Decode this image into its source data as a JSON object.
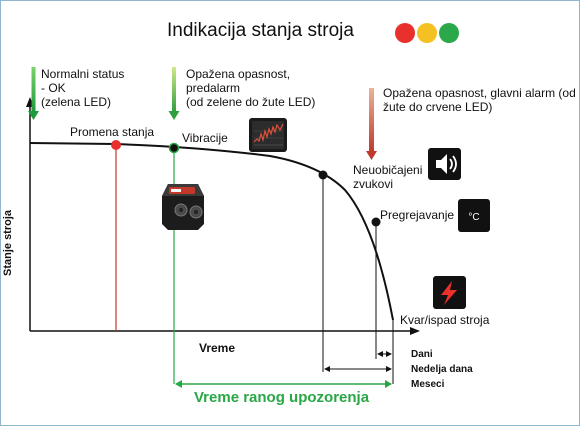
{
  "title": "Indikacija stanja stroja",
  "colors": {
    "red": "#e8302d",
    "yellow": "#f5c122",
    "green": "#2aa84a",
    "warning_green": "#28a745",
    "marker_red": "#c0392b"
  },
  "phases": {
    "normal": {
      "line1": "Normalni status",
      "line2": "- OK",
      "line3": "(zelena LED)"
    },
    "prealarm": {
      "line1": "Opažena opasnost,",
      "line2": "predalarm",
      "line3": "(od zelene do žute LED)"
    },
    "main_alarm": {
      "line1": "Opažena opasnost, glavni alarm (od",
      "line2": "žute do crvene LED)"
    }
  },
  "events": {
    "state_change": "Promena stanja",
    "vibration": "Vibracije",
    "noise_line1": "Neuobičajeni",
    "noise_line2": "zvukovi",
    "overheating": "Pregrejavanje",
    "failure": "Kvar/ispad stroja"
  },
  "icons": {
    "vibration": "vibration-chart-icon",
    "sound": "speaker-icon",
    "temperature": "temperature-icon",
    "failure": "lightning-icon",
    "sensor": "vibration-sensor"
  },
  "temp_unit": "°C",
  "axes": {
    "y_label": "Stanje stroja",
    "x_label": "Vreme"
  },
  "durations": {
    "days": "Dani",
    "weeks": "Nedelja dana",
    "months": "Meseci"
  },
  "early_warning": "Vreme ranog upozorenja"
}
